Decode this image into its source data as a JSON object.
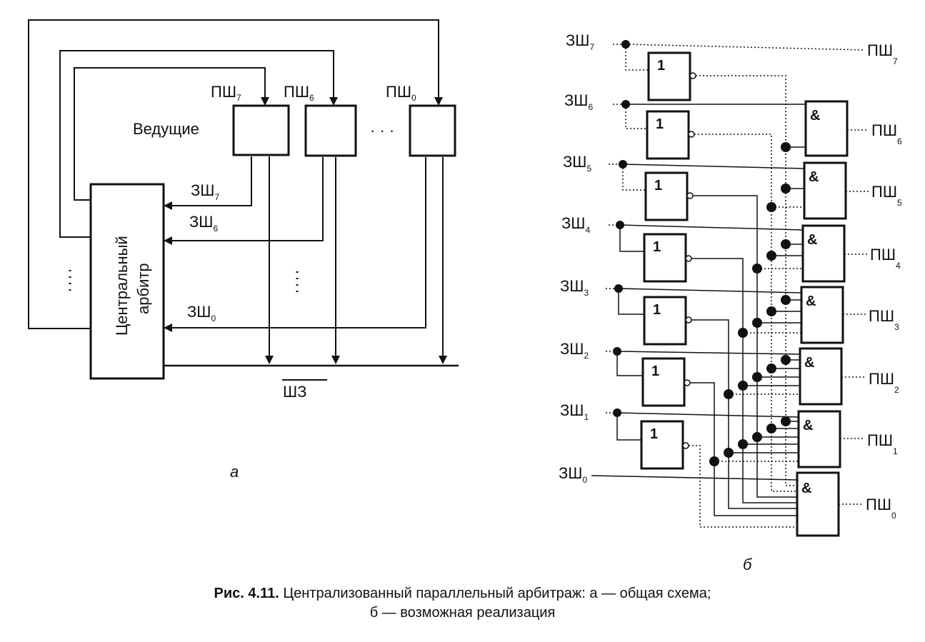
{
  "panel_a": {
    "masters_label": "Ведущие",
    "arbiter_line1": "Центральный",
    "arbiter_line2": "арбитр",
    "grant_labels": [
      {
        "base": "ПШ",
        "sub": "7"
      },
      {
        "base": "ПШ",
        "sub": "6"
      },
      {
        "base": "ПШ",
        "sub": "0"
      }
    ],
    "request_labels": [
      {
        "base": "ЗШ",
        "sub": "7"
      },
      {
        "base": "ЗШ",
        "sub": "6"
      },
      {
        "base": "ЗШ",
        "sub": "0"
      }
    ],
    "bus_label": "ШЗ",
    "ellipsis": "· · ·",
    "panel_letter": "а"
  },
  "panel_b": {
    "request_labels": [
      {
        "base": "ЗШ",
        "sub": "7"
      },
      {
        "base": "ЗШ",
        "sub": "6"
      },
      {
        "base": "ЗШ",
        "sub": "5"
      },
      {
        "base": "ЗШ",
        "sub": "4"
      },
      {
        "base": "ЗШ",
        "sub": "3"
      },
      {
        "base": "ЗШ",
        "sub": "2"
      },
      {
        "base": "ЗШ",
        "sub": "1"
      },
      {
        "base": "ЗШ",
        "sub": "0"
      }
    ],
    "grant_labels": [
      {
        "base": "ПШ",
        "sub": "7"
      },
      {
        "base": "ПШ",
        "sub": "6"
      },
      {
        "base": "ПШ",
        "sub": "5"
      },
      {
        "base": "ПШ",
        "sub": "4"
      },
      {
        "base": "ПШ",
        "sub": "3"
      },
      {
        "base": "ПШ",
        "sub": "2"
      },
      {
        "base": "ПШ",
        "sub": "1"
      },
      {
        "base": "ПШ",
        "sub": "0"
      }
    ],
    "not_gate_label": "1",
    "and_gate_label": "&",
    "panel_letter": "б"
  },
  "caption": {
    "figure_number": "Рис. 4.11.",
    "line1": "Централизованный параллельный арбитраж: а — общая схема;",
    "line2": "б — возможная реализация"
  }
}
